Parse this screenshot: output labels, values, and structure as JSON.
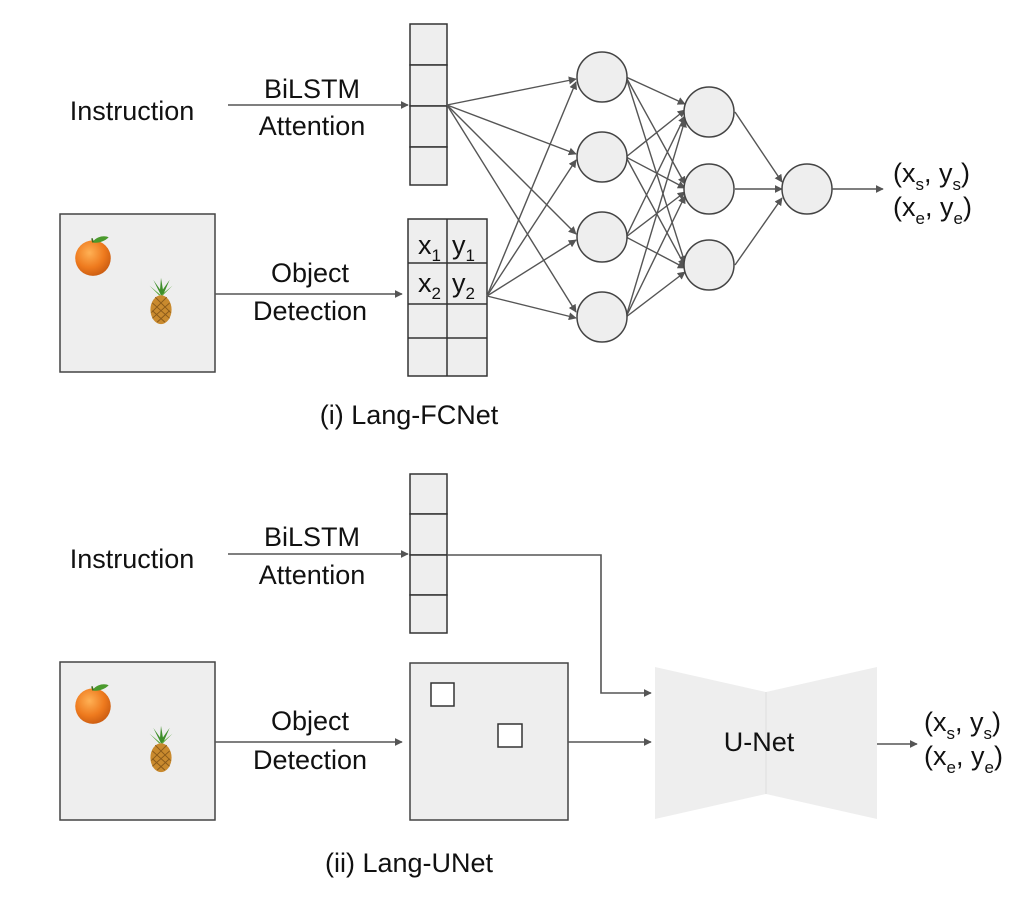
{
  "diagram1": {
    "instruction_label": "Instruction",
    "bilstm_label": "BiLSTM",
    "attention_label": "Attention",
    "object_label": "Object",
    "detection_label": "Detection",
    "table": {
      "r1c1": "x",
      "r1c1_sub": "1",
      "r1c2": "y",
      "r1c2_sub": "1",
      "r2c1": "x",
      "r2c1_sub": "2",
      "r2c2": "y",
      "r2c2_sub": "2"
    },
    "output_line1": {
      "open": "(x",
      "s1": "s",
      "mid": ", y",
      "s2": "s",
      "close": ")"
    },
    "output_line2": {
      "open": "(x",
      "s1": "e",
      "mid": ", y",
      "s2": "e",
      "close": ")"
    },
    "caption": "(i) Lang-FCNet"
  },
  "diagram2": {
    "instruction_label": "Instruction",
    "bilstm_label": "BiLSTM",
    "attention_label": "Attention",
    "object_label": "Object",
    "detection_label": "Detection",
    "unet_label": "U-Net",
    "output_line1": {
      "open": "(x",
      "s1": "s",
      "mid": ", y",
      "s2": "s",
      "close": ")"
    },
    "output_line2": {
      "open": "(x",
      "s1": "e",
      "mid": ", y",
      "s2": "e",
      "close": ")"
    },
    "caption": "(ii) Lang-UNet"
  },
  "colors": {
    "box_fill": "#eeeeee",
    "stroke": "#444444",
    "orange": "#e8711c",
    "pineapple_body": "#c98a2e",
    "pineapple_leaves": "#3f8f2a"
  },
  "icons": [
    "orange-icon",
    "pineapple-icon"
  ]
}
